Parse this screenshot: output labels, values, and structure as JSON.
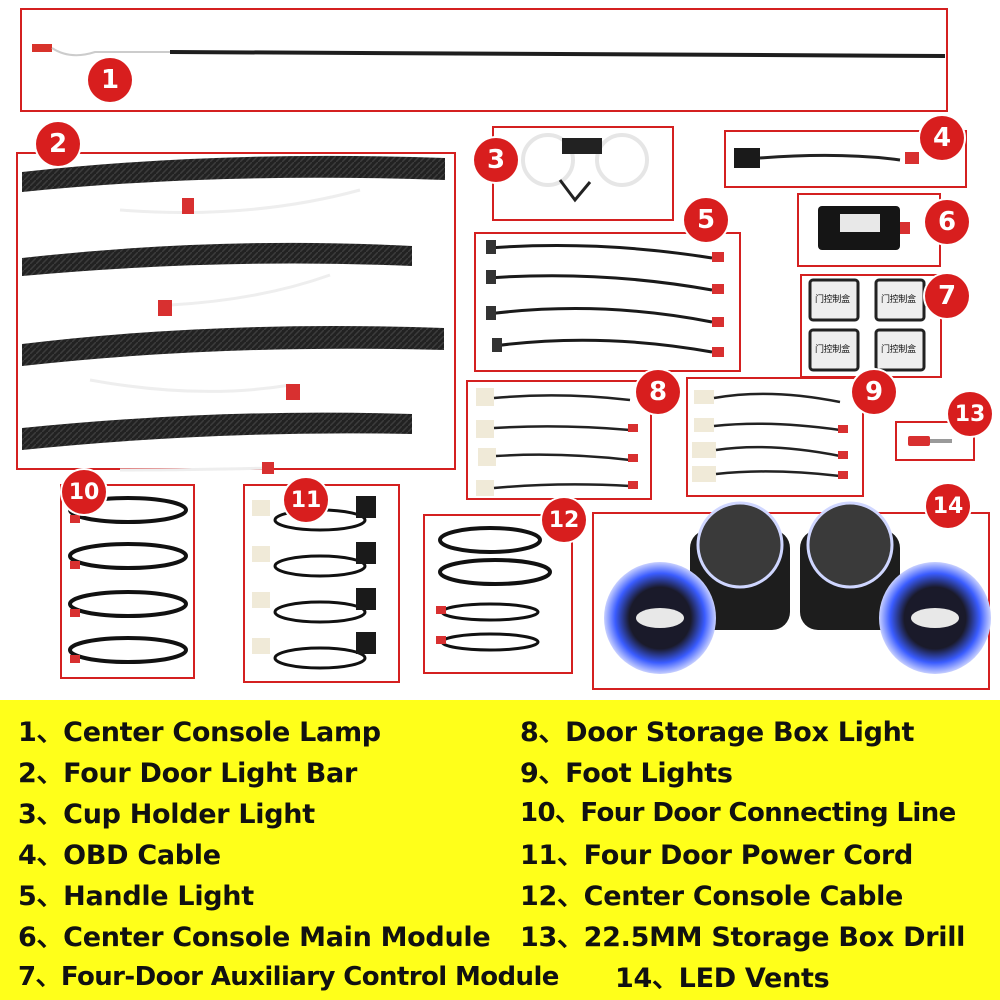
{
  "badges": [
    "1",
    "2",
    "3",
    "4",
    "5",
    "6",
    "7",
    "8",
    "9",
    "10",
    "11",
    "12",
    "13",
    "14"
  ],
  "module_label": "门控制盒",
  "legend_left": [
    "1、Center Console Lamp",
    "2、Four Door Light Bar",
    "3、Cup Holder Light",
    "4、OBD Cable",
    "5、Handle Light",
    "6、Center Console Main Module",
    "7、Four-Door Auxiliary Control Module"
  ],
  "legend_right": [
    "8、Door Storage Box Light",
    "9、Foot Lights",
    "10、Four Door Connecting Line",
    "11、Four Door Power Cord",
    "12、Center Console Cable",
    "13、22.5MM Storage Box Drill",
    "14、LED Vents"
  ],
  "colors": {
    "frame": "#d42020",
    "badge": "#d81e1e",
    "legend_bg": "#ffff1a",
    "vent_glow": "#3a5cff"
  }
}
